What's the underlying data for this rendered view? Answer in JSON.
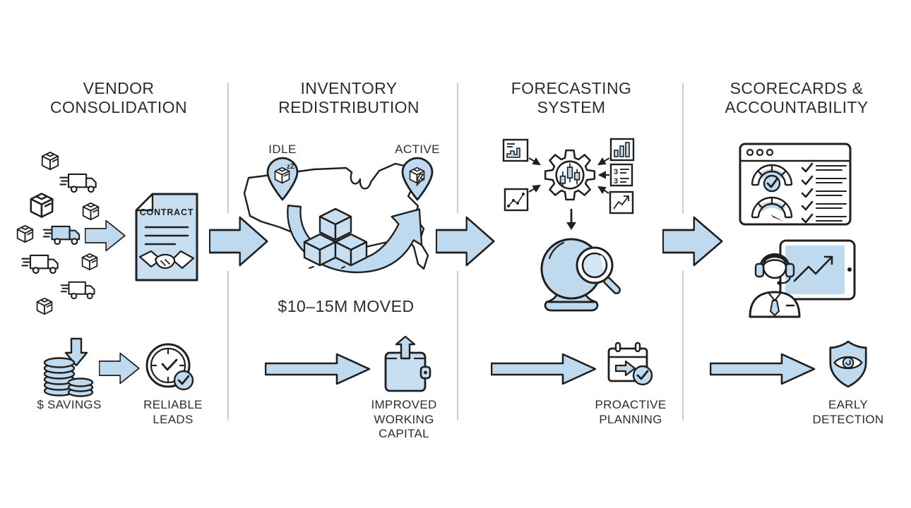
{
  "colors": {
    "accent_fill": "#BFD9EF",
    "accent_fill_light": "#C8DFF2",
    "lens_fill": "#D3E6F5",
    "outline": "#1F1F1F",
    "divider": "#CCCCCC",
    "text": "#2D2D2D"
  },
  "sections": {
    "vendor": {
      "title": "VENDOR CONSOLIDATION",
      "contract_label": "CONTRACT"
    },
    "inventory": {
      "title": "INVENTORY REDISTRIBUTION",
      "idle": "IDLE",
      "active": "ACTIVE",
      "sleep": "zZ",
      "moved": "$10–15M MOVED"
    },
    "forecasting": {
      "title": "FORECASTING SYSTEM",
      "list_row1": "3",
      "list_row2": "3"
    },
    "scorecards": {
      "title": "SCORECARDS & ACCOUNTABILITY"
    }
  },
  "outcomes": {
    "savings": "$ SAVINGS",
    "reliable_leads": "RELIABLE LEADS",
    "working_capital": "IMPROVED WORKING CAPITAL",
    "proactive_planning": "PROACTIVE PLANNING",
    "early_detection": "EARLY DETECTION"
  }
}
